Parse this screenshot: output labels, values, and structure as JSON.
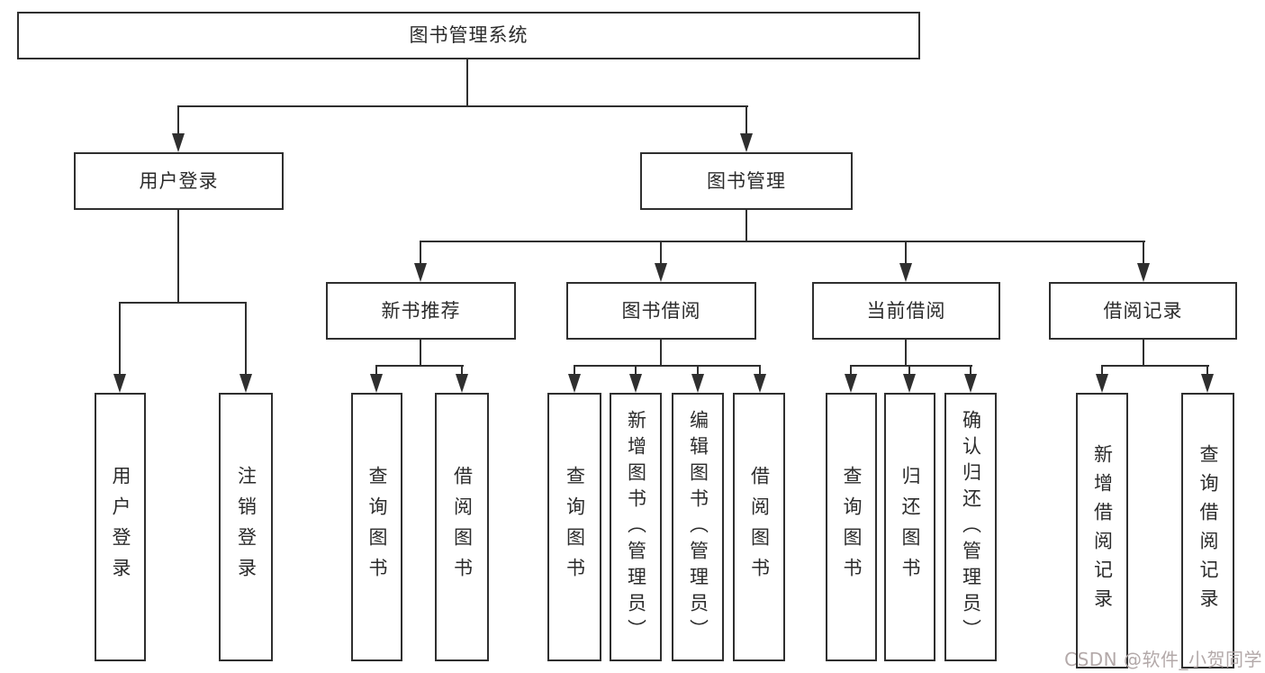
{
  "diagram": {
    "type": "hierarchy-tree",
    "colors": {
      "line": "#2f2f2f",
      "box_background": "#ffffff",
      "text": "#2b2b2b",
      "watermark": "#b3a9a9"
    },
    "tree": {
      "label": "图书管理系统",
      "children": [
        {
          "label": "用户登录",
          "children": [
            {
              "label": "用户登录"
            },
            {
              "label": "注销登录"
            }
          ]
        },
        {
          "label": "图书管理",
          "children": [
            {
              "label": "新书推荐",
              "children": [
                {
                  "label": "查询图书"
                },
                {
                  "label": "借阅图书"
                }
              ]
            },
            {
              "label": "图书借阅",
              "children": [
                {
                  "label": "查询图书"
                },
                {
                  "label": "新增图书（管理员）"
                },
                {
                  "label": "编辑图书（管理员）"
                },
                {
                  "label": "借阅图书"
                }
              ]
            },
            {
              "label": "当前借阅",
              "children": [
                {
                  "label": "查询图书"
                },
                {
                  "label": "归还图书"
                },
                {
                  "label": "确认归还（管理员）"
                }
              ]
            },
            {
              "label": "借阅记录",
              "children": [
                {
                  "label": "新增借阅记录"
                },
                {
                  "label": "查询借阅记录"
                }
              ]
            }
          ]
        }
      ]
    },
    "watermark": "CSDN @软件_小贺同学"
  }
}
